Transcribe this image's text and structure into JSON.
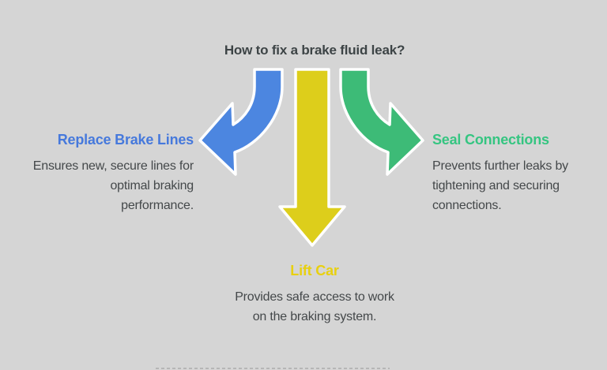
{
  "title": "How to fix a brake fluid leak?",
  "background_color": "#d5d5d5",
  "title_color": "#3d4446",
  "body_text_color": "#44484a",
  "branches": [
    {
      "label": "Replace Brake Lines",
      "label_color": "#4679dc",
      "arrow_color": "#4c86e0",
      "arrow_direction": "curved-down-left",
      "description_lines": [
        "Ensures new, secure lines for",
        "optimal braking",
        "performance."
      ]
    },
    {
      "label": "Lift Car",
      "label_color": "#e8d010",
      "arrow_color": "#ddce1b",
      "arrow_direction": "straight-down",
      "description_lines": [
        "Provides safe access to work",
        "on the braking system."
      ]
    },
    {
      "label": "Seal Connections",
      "label_color": "#35c581",
      "arrow_color": "#3dbb77",
      "arrow_direction": "curved-down-right",
      "description_lines": [
        "Prevents further leaks by",
        "tightening and securing",
        "connections."
      ]
    }
  ]
}
